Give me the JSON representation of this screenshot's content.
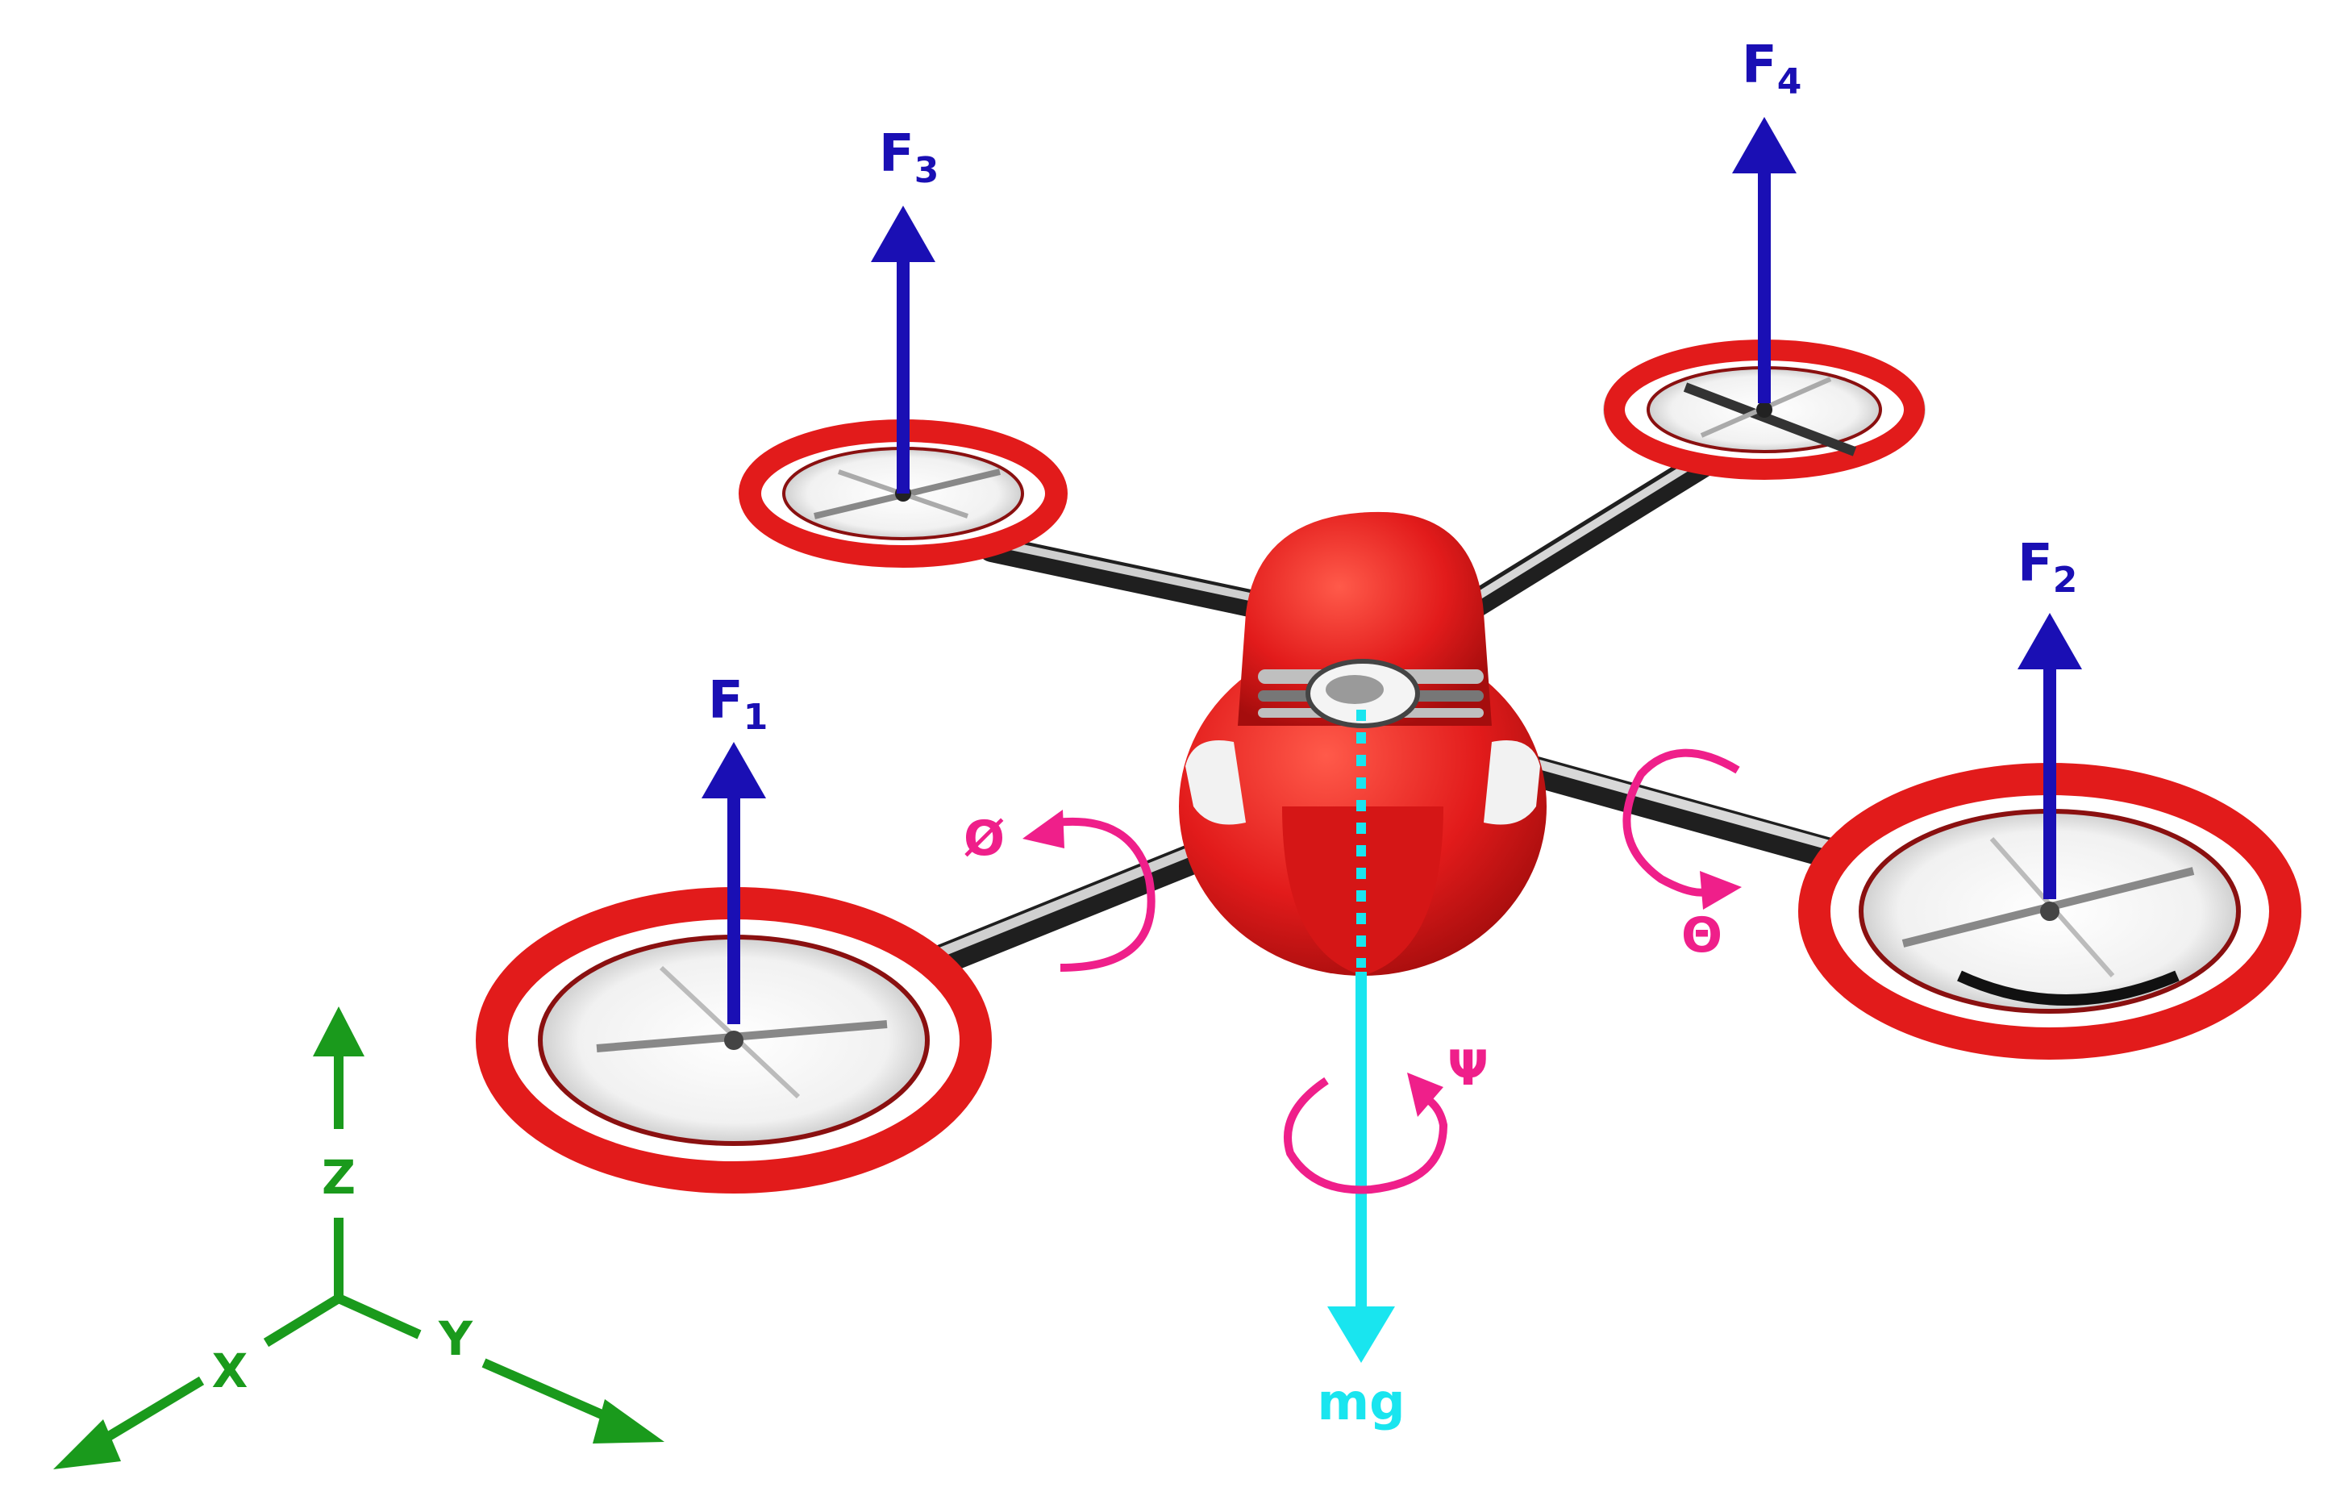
{
  "colors": {
    "force": "#1a0fb4",
    "gravity": "#19e5ef",
    "rotation": "#ef1f8a",
    "axes": "#1a9a1c",
    "body": "#e21b1b",
    "arm": "#2a2a2a"
  },
  "forces": [
    {
      "name": "F",
      "sub": "1"
    },
    {
      "name": "F",
      "sub": "2"
    },
    {
      "name": "F",
      "sub": "3"
    },
    {
      "name": "F",
      "sub": "4"
    }
  ],
  "rotations": {
    "roll": "Ø",
    "pitch": "Θ",
    "yaw": "Ψ"
  },
  "gravity_label": "mg",
  "axes": {
    "x": "X",
    "y": "Y",
    "z": "Z"
  }
}
